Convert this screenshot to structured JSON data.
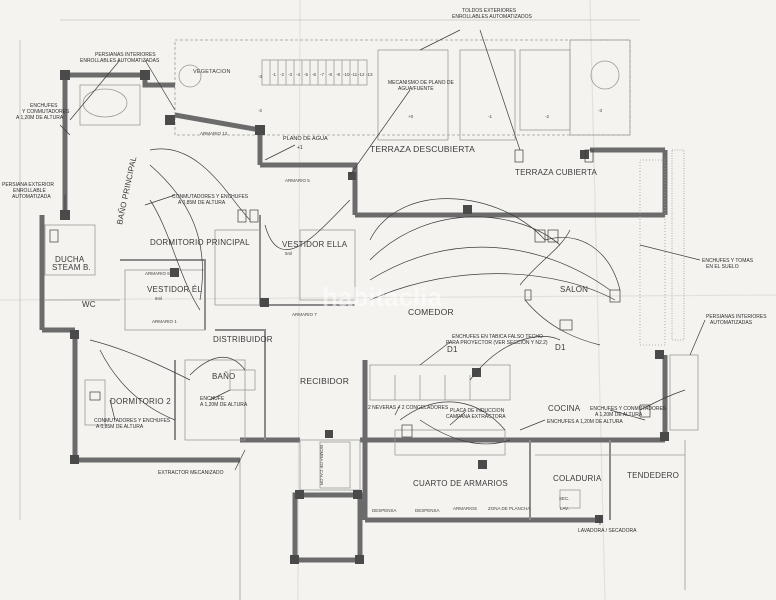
{
  "watermark": "habitaclia",
  "notes": {
    "toldos": [
      "TOLDOS EXTERIORES",
      "ENROLLABLES AUTOMATIZADOS"
    ],
    "persianas_int_top": [
      "PERSIANAS INTERIORES",
      "ENROLLABLES AUTOMATIZADAS"
    ],
    "enchufes_left": [
      "ENCHUFES",
      "Y CONMUTADORES",
      "A 1,20M DE ALTURA"
    ],
    "persiana_ext": [
      "PERSIANA EXTERIOR",
      "ENROLLABLE",
      "AUTOMATIZADA"
    ],
    "mecanismo": [
      "MECANISMO DE PLANO DE",
      "AGUA/FUENTE"
    ],
    "plano_agua": "PLANO DE AGUA",
    "plano_agua_level": "+1",
    "conmutadores_mid": [
      "CONMUTADORES Y ENCHUFES",
      "A 0,85M DE ALTURA"
    ],
    "enchufes_suelo": [
      "ENCHUFES Y TOMAS",
      "EN EL SUELO"
    ],
    "persianas_int_right": [
      "PERSIANAS INTERIORES",
      "AUTOMATIZADAS"
    ],
    "proyector": [
      "ENCHUFES EN TABICA FALSO TECHO",
      "PARA PROYECTOR (VER SECCION Y N2.2)"
    ],
    "enchufe_bano": [
      "ENCHUFE",
      "A 1,20M DE ALTURA"
    ],
    "conmutadores_dorm": [
      "CONMUTADORES Y ENCHUFES",
      "A 0,85M DE ALTURA"
    ],
    "neveras": "2 NEVERAS + 2 CONGELADORES",
    "induccion": [
      "PLACA DE INDUCCION",
      "CAMPANA EXTRACTORA"
    ],
    "enchufes_cocina": "ENCHUFES A 1,20M DE ALTURA",
    "enchufes_conm_right": [
      "ENCHUFES Y CONMUTADORES",
      "A 1,20M DE ALTURA"
    ],
    "extractor": "EXTRACTOR MECANIZADO",
    "lavadora": "LAVADORA / SECADORA"
  },
  "rooms": {
    "vegetacion": "VEGETACION",
    "armario12": "ARMARIO 12",
    "terraza_desc": "TERRAZA DESCUBIERTA",
    "terraza_cub": "TERRAZA CUBIERTA",
    "bano_principal": "BAÑO PRINCIPAL",
    "dormitorio_principal": "DORMITORIO PRINCIPAL",
    "armario5": "ARMARIO 5",
    "vestidor_ella": "VESTIDOR ELLA",
    "vestidor_ella_area": "5ml",
    "ducha": "DUCHA",
    "steam": "STEAM B.",
    "armario6": "ARMARIO 6",
    "vestidor_el": "VESTIDOR ÉL",
    "vestidor_el_area": "5ml",
    "armario1": "ARMARIO 1",
    "armario7": "ARMARIO 7",
    "wc": "WC",
    "comedor": "COMEDOR",
    "salon": "SALON",
    "d1_left": "D1",
    "d1_right": "D1",
    "distribuidor": "DISTRIBUIDOR",
    "bano": "BAÑO",
    "dormitorio2": "DORMITORIO 2",
    "recibidor": "RECIBIDOR",
    "cocina": "COCINA",
    "bomba_calor": "BOMBA DE CALOR",
    "cuarto_armarios": "CUARTO DE ARMARIOS",
    "coladuria": "COLADURIA",
    "tendedero": "TENDEDERO",
    "despensa1": "DESPENSA",
    "despensa2": "DESPENSA",
    "armarios": "ARMARIOS",
    "zona_plancha": "ZONA DE PLANCHA",
    "sec": "SEC.",
    "lav": "LAV."
  },
  "levels": {
    "l3": "-3",
    "l2": "-2",
    "l0": "+0",
    "l1": "-1",
    "l2b": "-2",
    "l3b": "-3",
    "stairs": [
      "-1",
      "-2",
      "-3",
      "-4",
      "-5",
      "-6",
      "-7",
      "-8",
      "-9",
      "-10",
      "-11",
      "-12",
      "-13"
    ]
  }
}
